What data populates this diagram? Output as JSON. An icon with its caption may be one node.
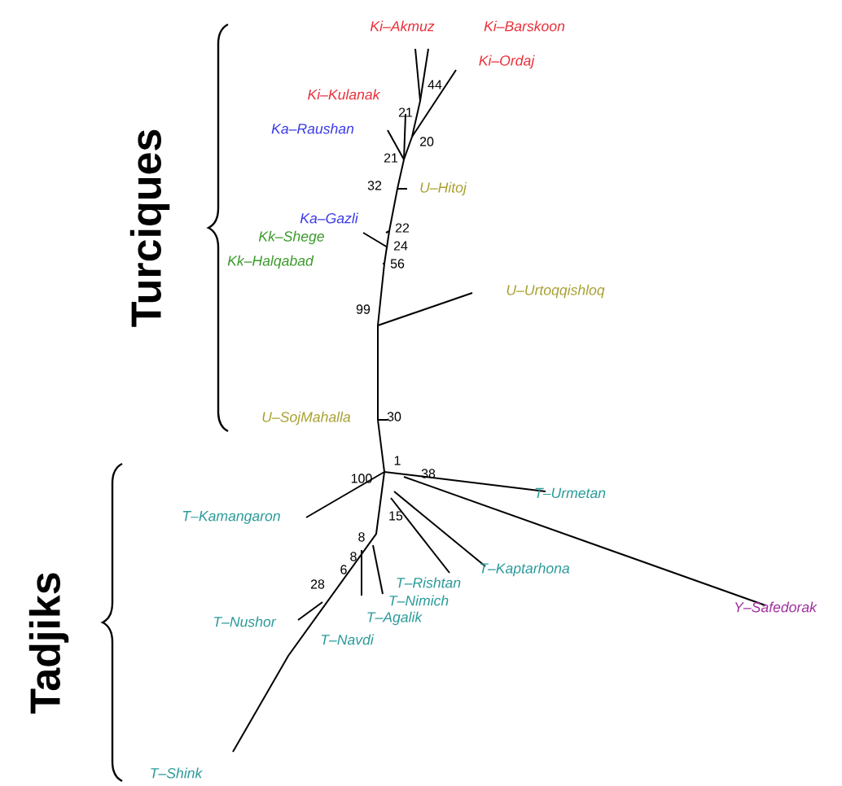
{
  "diagram": {
    "labels": [
      "Ki–Akmuz",
      "Ki–Barskoon",
      "Ki–Ordaj",
      "44",
      "Ki–Kulanak",
      "21",
      "Ka–Raushan",
      "20",
      "21",
      "32",
      "U–Hitoj",
      "Ka–Gazli",
      "22",
      "Kk–Shege",
      "24",
      "Kk–Halqabad",
      "56",
      "99",
      "U–Urtoqqishloq",
      "U–SojMahalla",
      "30",
      "100",
      "1",
      "38",
      "T–Urmetan",
      "T–Kamangaron",
      "15",
      "8",
      "8",
      "6",
      "T–Rishtan",
      "T–Kaptarhona",
      "28",
      "T–Nimich",
      "T–Nushor",
      "T–Agalik",
      "Y–Safedorak",
      "T–Navdi",
      "T–Shink",
      "Turciques",
      "Tadjiks"
    ]
  }
}
